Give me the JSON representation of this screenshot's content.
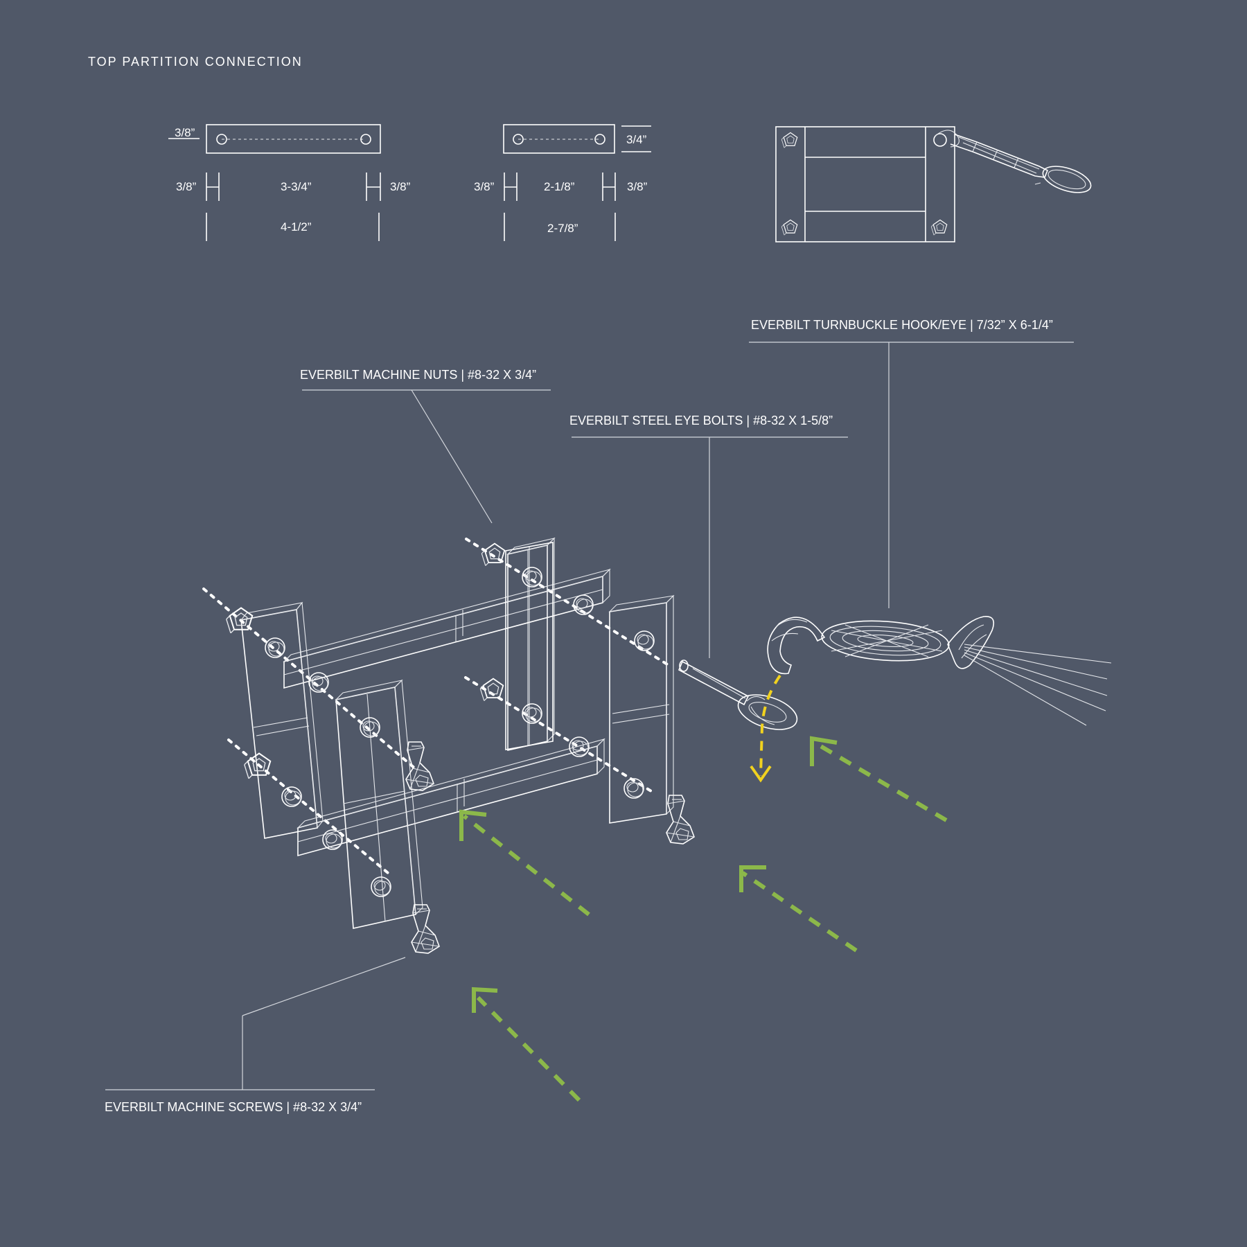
{
  "title": "TOP PARTITION CONNECTION",
  "colors": {
    "background": "#505868",
    "line": "#ffffff",
    "arrow_insert": "#8cb84a",
    "arrow_hook": "#f1d21f"
  },
  "plate_a": {
    "thickness": "3/8”",
    "edge_left": "3/8”",
    "hole_spacing": "3-3/4”",
    "edge_right": "3/8”",
    "overall": "4-1/2”"
  },
  "plate_b": {
    "thickness": "3/4”",
    "edge_left": "3/8”",
    "hole_spacing": "2-1/8”",
    "edge_right": "3/8”",
    "overall": "2-7/8”"
  },
  "callouts": {
    "turnbuckle": "EVERBILT TURNBUCKLE HOOK/EYE | 7/32” X 6-1/4”",
    "nuts": "EVERBILT MACHINE NUTS | #8-32 X 3/4”",
    "eye_bolts": "EVERBILT STEEL EYE BOLTS | #8-32 X 1-5/8”",
    "screws": "EVERBILT MACHINE SCREWS | #8-32 X 3/4”"
  },
  "icons": {
    "nut": "hex-nut-icon",
    "screw": "machine-screw-icon",
    "eye_bolt": "eye-bolt-icon",
    "turnbuckle": "turnbuckle-icon"
  }
}
